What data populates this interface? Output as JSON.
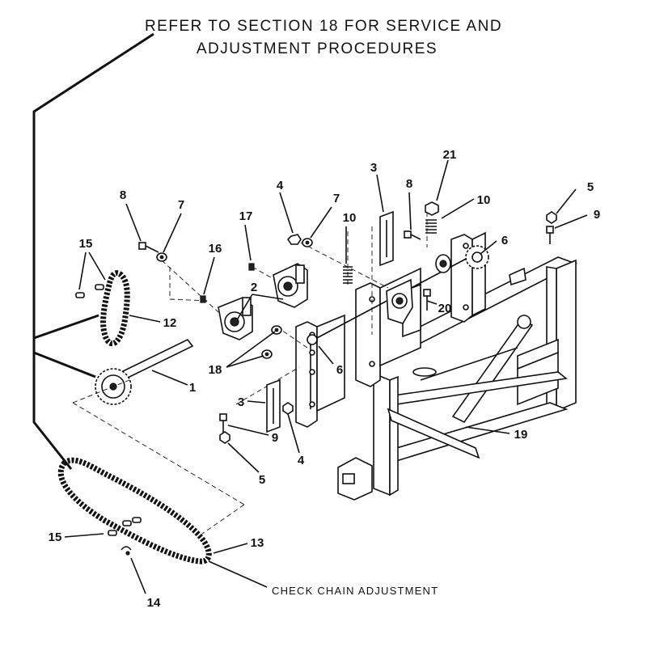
{
  "heading": {
    "line1": "REFER TO SECTION 18 FOR SERVICE AND",
    "line2": "ADJUSTMENT PROCEDURES"
  },
  "note": "CHECK CHAIN ADJUSTMENT",
  "callouts": {
    "c1": "1",
    "c2": "2",
    "c3a": "3",
    "c3b": "3",
    "c4a": "4",
    "c4b": "4",
    "c5a": "5",
    "c5b": "5",
    "c6a": "6",
    "c6b": "6",
    "c7a": "7",
    "c7b": "7",
    "c8a": "8",
    "c8b": "8",
    "c9a": "9",
    "c9b": "9",
    "c10a": "10",
    "c10b": "10",
    "c12": "12",
    "c13": "13",
    "c14": "14",
    "c15a": "15",
    "c15b": "15",
    "c16": "16",
    "c17": "17",
    "c18": "18",
    "c19": "19",
    "c20": "20",
    "c21": "21"
  }
}
